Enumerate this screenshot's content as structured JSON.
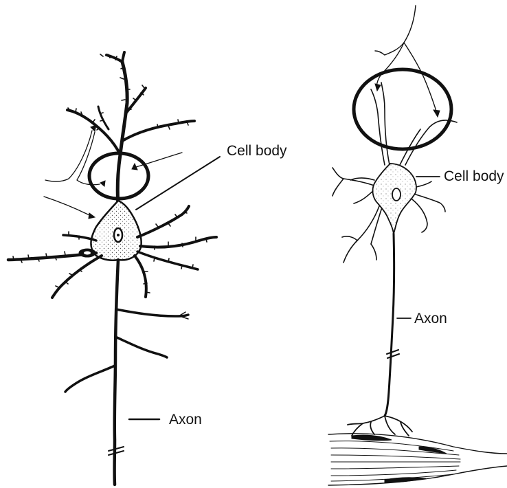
{
  "left_neuron": {
    "cell_body_label": "Cell body",
    "axon_label": "Axon"
  },
  "right_neuron": {
    "cell_body_label": "Cell body",
    "axon_label": "Axon"
  },
  "colors": {
    "ink": "#111111",
    "background": "#ffffff"
  }
}
